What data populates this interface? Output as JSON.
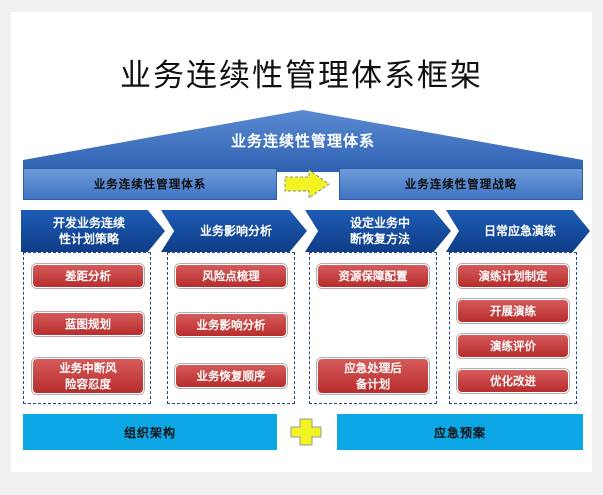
{
  "title": "业务连续性管理体系框架",
  "roof": {
    "label": "业务连续性管理体系"
  },
  "bands": {
    "left": "业务连续性管理体系",
    "right": "业务连续性管理战略"
  },
  "columns": [
    {
      "header": [
        "开发业务连续",
        "性计划策略"
      ],
      "items": [
        [
          "差距分析"
        ],
        [
          "蓝图规划"
        ],
        [
          "业务中断风",
          "险容忍度"
        ]
      ]
    },
    {
      "header": [
        "业务影响分析"
      ],
      "items": [
        [
          "风险点梳理"
        ],
        [
          "业务影响分析"
        ],
        [
          "业务恢复顺序"
        ]
      ]
    },
    {
      "header": [
        "设定业务中",
        "断恢复方法"
      ],
      "items": [
        [
          "资源保障配置"
        ],
        [
          "应急处理后",
          "备计划"
        ]
      ]
    },
    {
      "header": [
        "日常应急演练"
      ],
      "items": [
        [
          "演练计划制定"
        ],
        [
          "开展演练"
        ],
        [
          "演练评价"
        ],
        [
          "优化改进"
        ]
      ]
    }
  ],
  "footer": {
    "left": "组织架构",
    "right": "应急预案"
  },
  "colors": {
    "roof": "#3f73c2",
    "chevron": "#164a9c",
    "pill": "#c83c3c",
    "footer": "#0ea7e6",
    "arrow": "#f3f324"
  }
}
